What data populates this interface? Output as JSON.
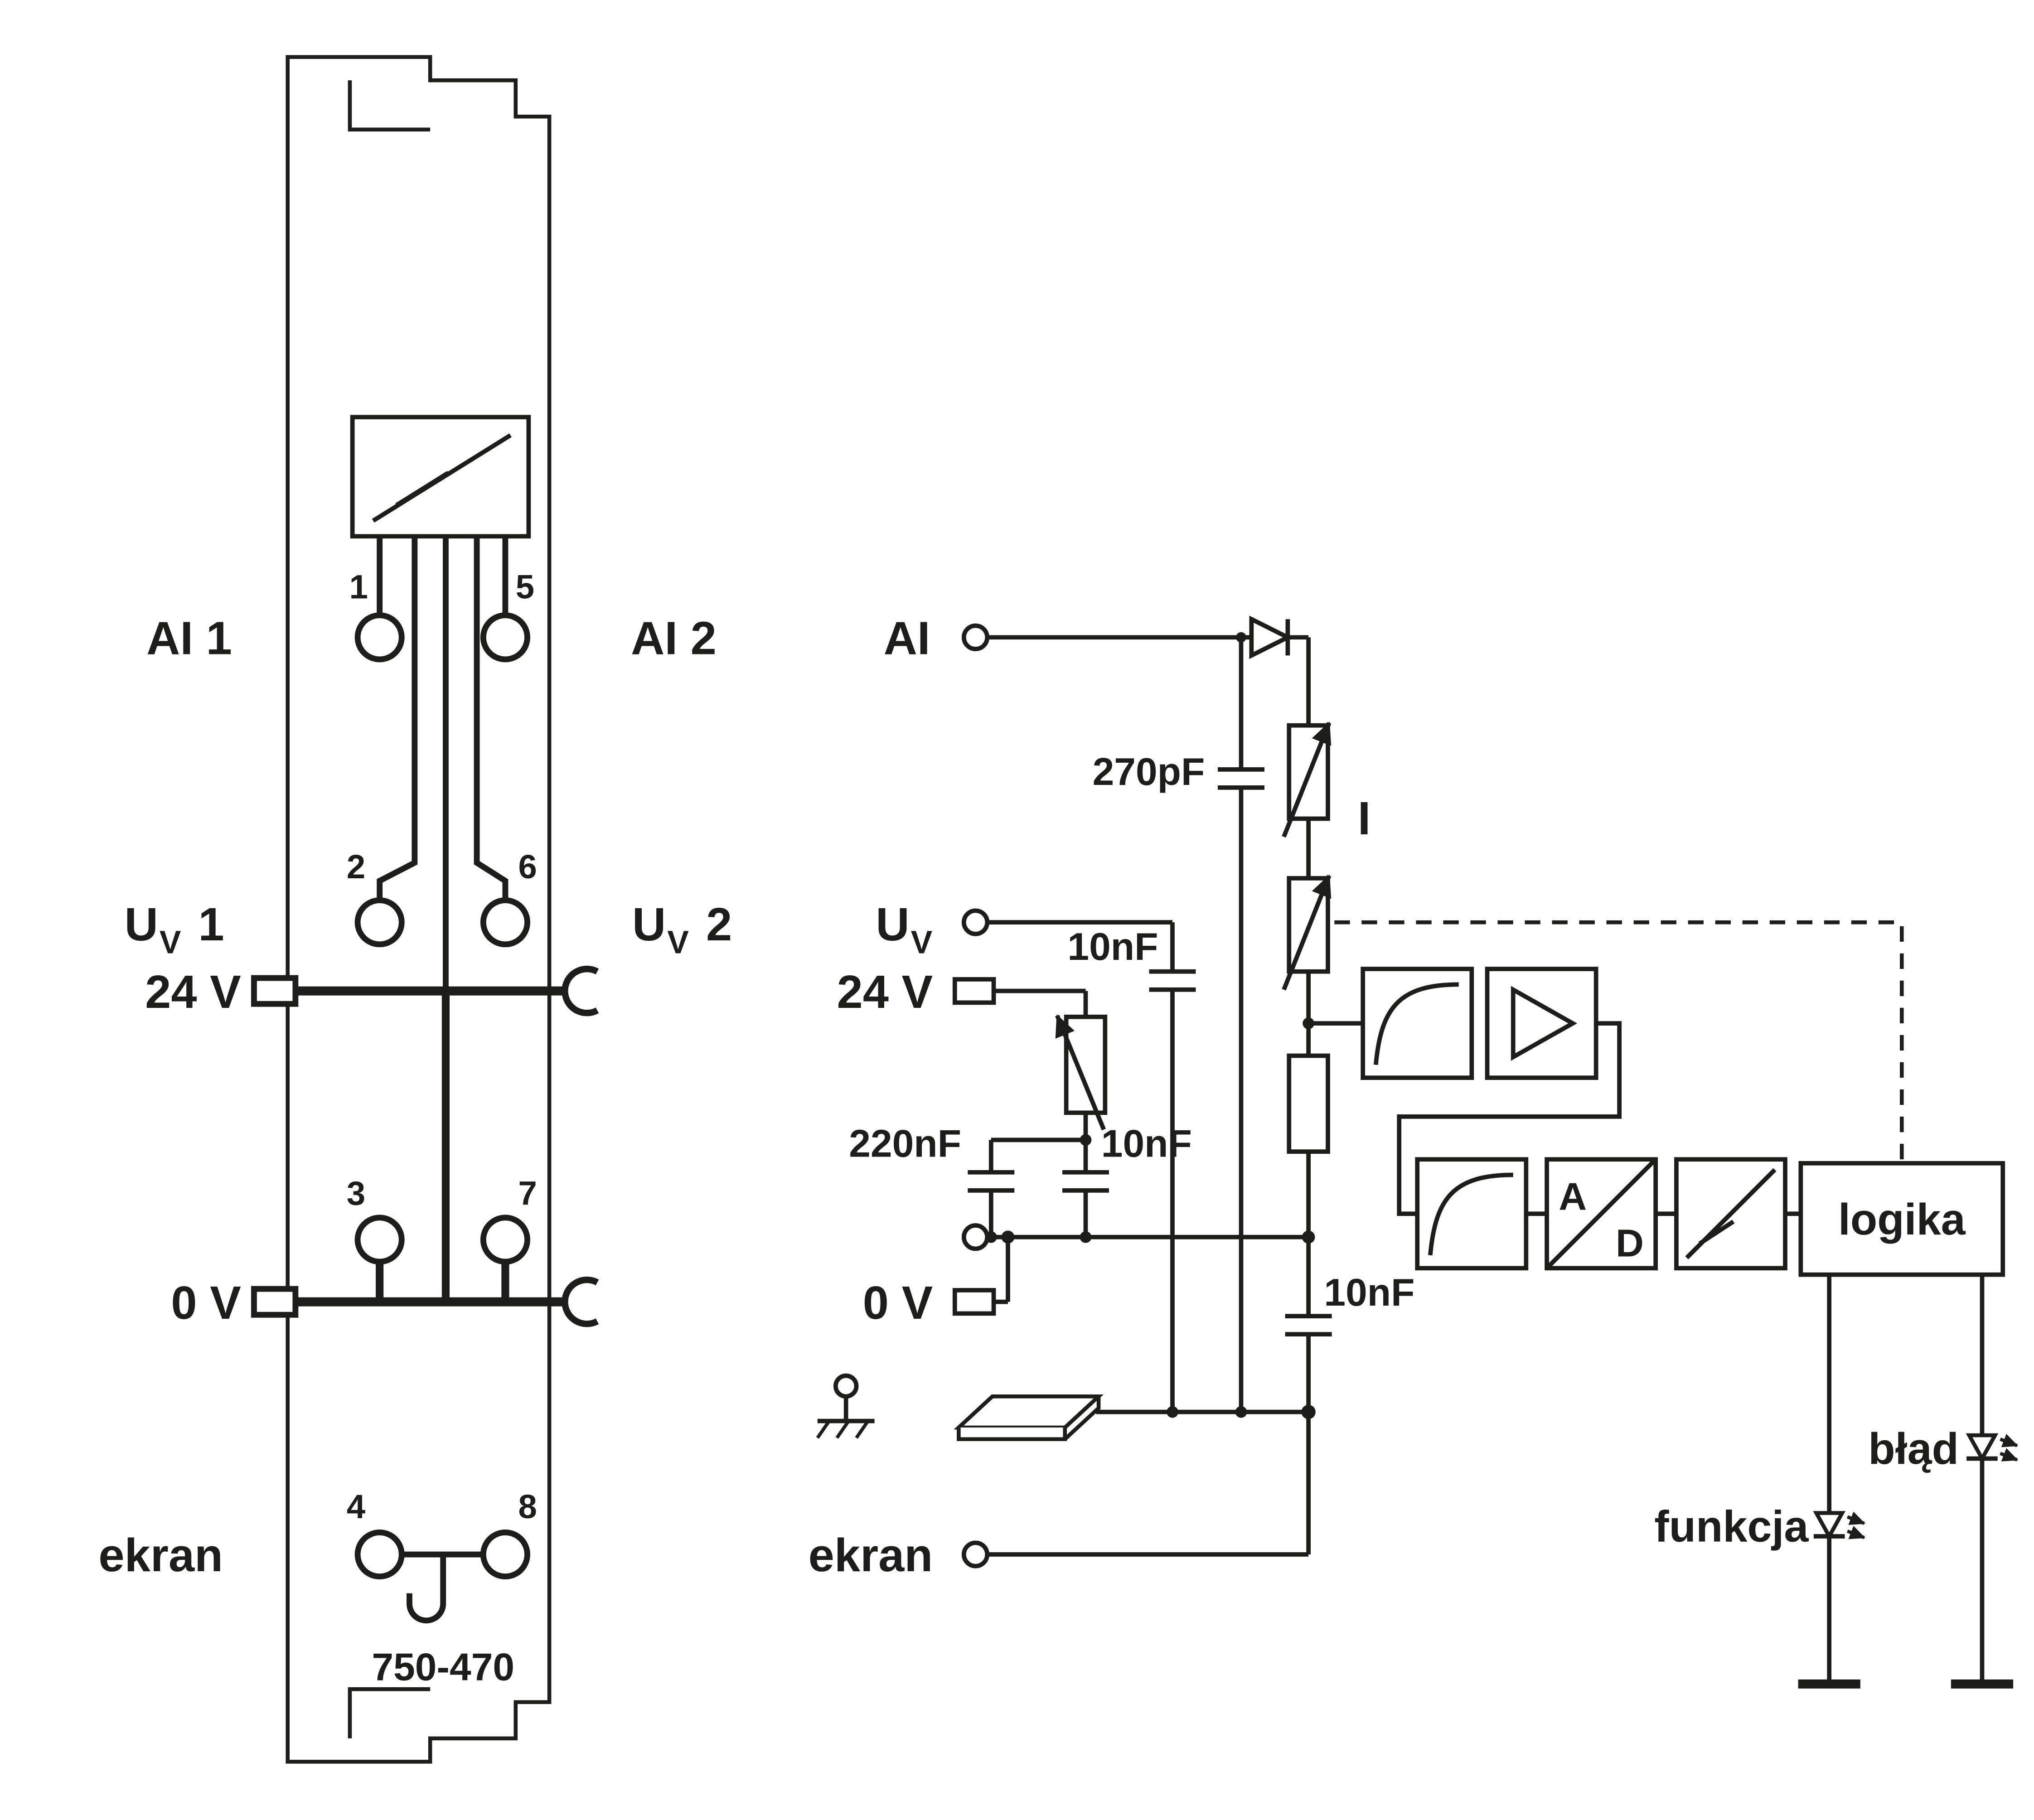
{
  "colors": {
    "ink": "#1d1d1b",
    "background": "#ffffff"
  },
  "module": {
    "part_number": "750-470",
    "labels": {
      "ai1": "AI 1",
      "ai2": "AI 2",
      "uv1_base": "U",
      "uv1_sub": "V",
      "uv1_num": "1",
      "uv2_base": "U",
      "uv2_sub": "V",
      "uv2_num": "2",
      "supply_24v": "24 V",
      "supply_0v": "0 V",
      "shield": "ekran"
    },
    "pins": [
      "1",
      "2",
      "3",
      "4",
      "5",
      "6",
      "7",
      "8"
    ]
  },
  "schematic": {
    "terminals": {
      "ai": "AI",
      "uv_base": "U",
      "uv_sub": "V",
      "supply_24v": "24 V",
      "supply_0v": "0 V",
      "shield": "ekran"
    },
    "labels": {
      "cap_270pf": "270pF",
      "cap_10nf_uv": "10nF",
      "cap_220nf": "220nF",
      "cap_10nf_mid": "10nF",
      "cap_10nf_low": "10nF",
      "current_source": "I",
      "adc_a": "A",
      "adc_d": "D",
      "logic": "logika",
      "led_error": "błąd",
      "led_function": "funkcja"
    }
  }
}
